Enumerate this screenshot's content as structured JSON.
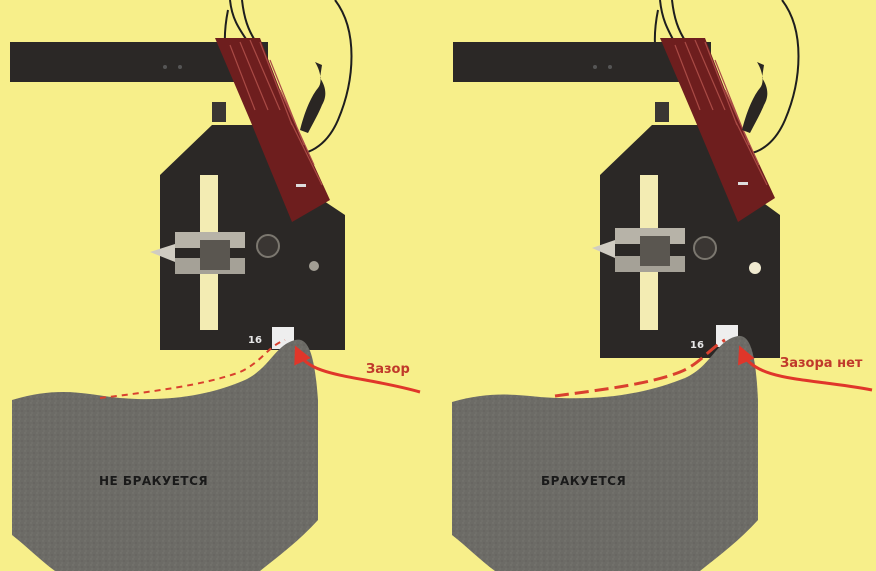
{
  "panels": [
    {
      "id": "left",
      "callout": "Зазор",
      "verdict": "НЕ БРАКУЕТСЯ",
      "stamp": "16"
    },
    {
      "id": "right",
      "callout": "Зазора нет",
      "verdict": "БРАКУЕТСЯ",
      "stamp": "16"
    }
  ],
  "colors": {
    "background": "#f7ef8a",
    "gauge_body": "#2b2826",
    "gauge_handle": "#6e1e1e",
    "workpiece": "#6c6b66",
    "arrow": "#e0362a",
    "dashed_outline": "#d9402e"
  }
}
